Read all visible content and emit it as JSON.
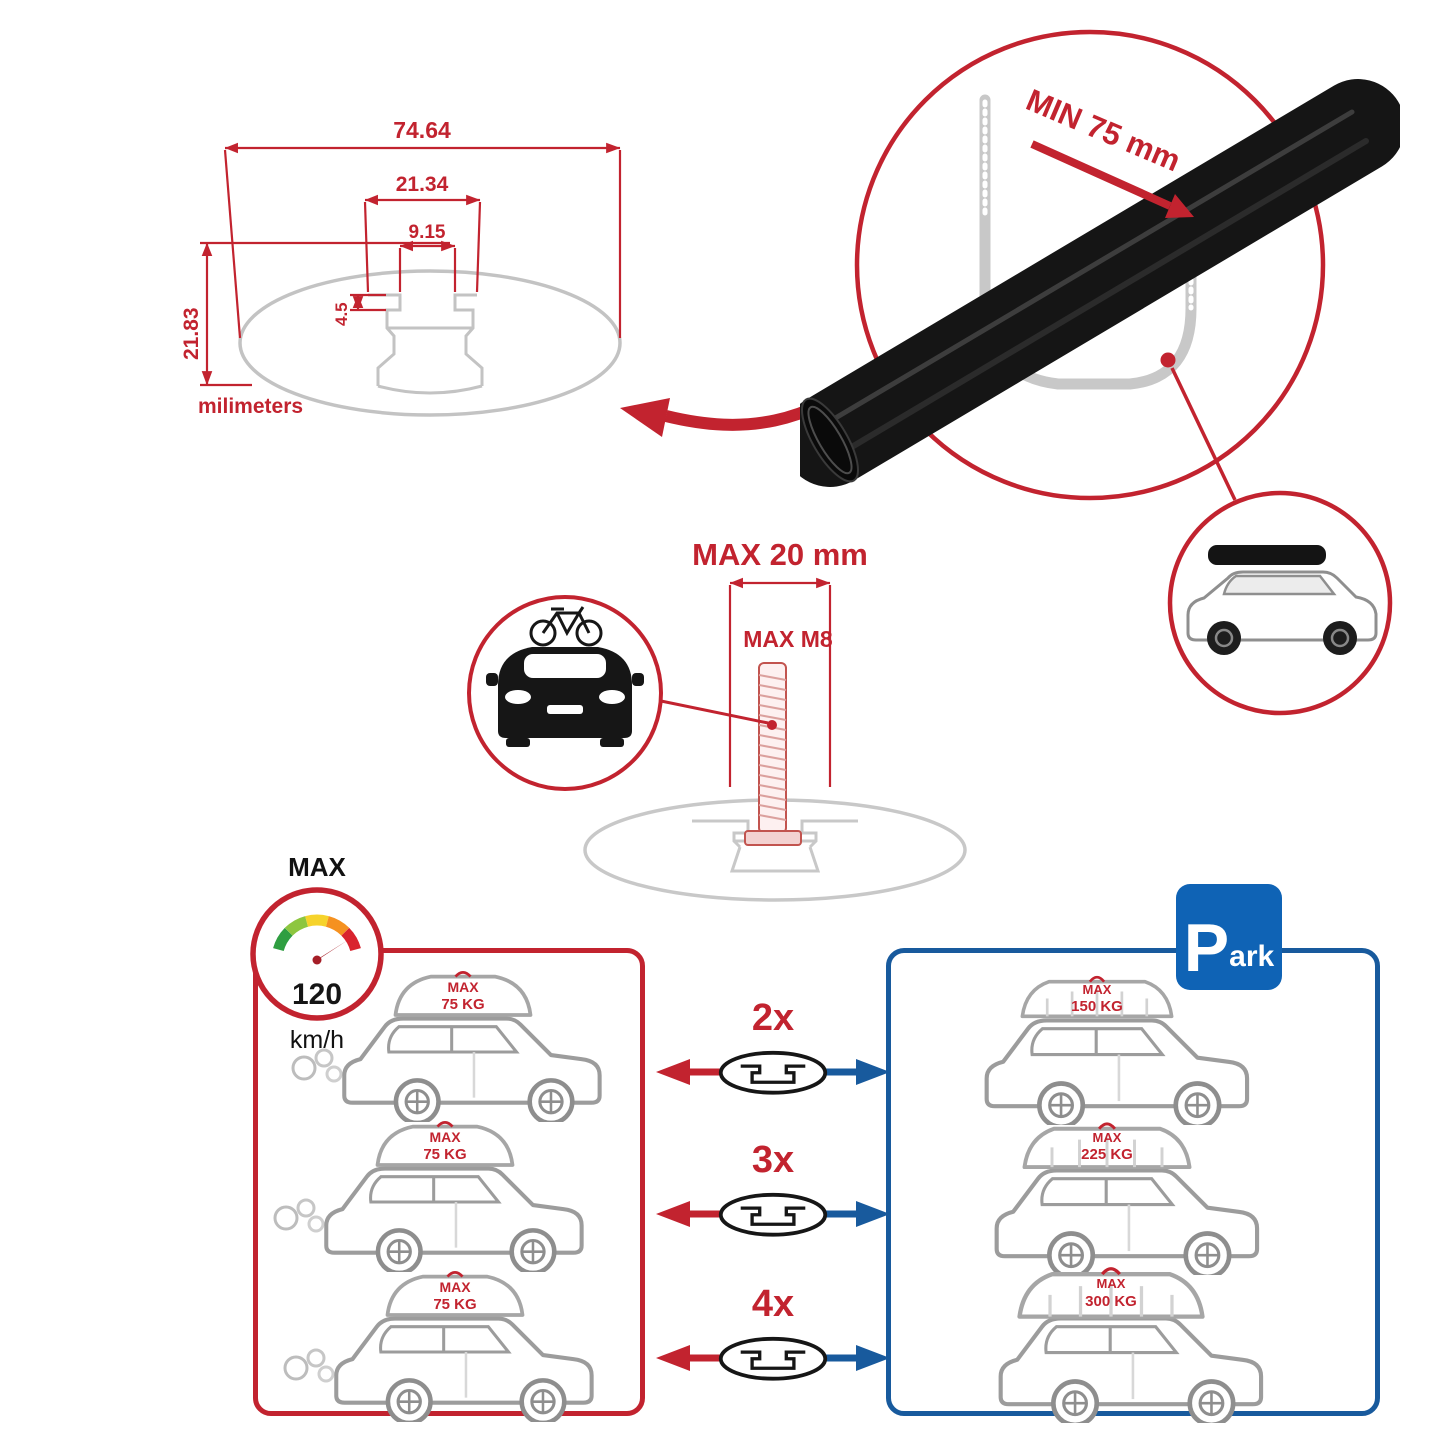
{
  "colors": {
    "red": "#c2232f",
    "blue": "#185a9d",
    "sign_blue": "#0f63b5",
    "gray": "#c3c3c3",
    "bar_black": "#151515"
  },
  "icons": {
    "crossbar-cross-section-icon": "ellipse-with-t-slot",
    "speedometer-icon": "gauge-arc-needle",
    "car-front-icon": "black-car-front",
    "bicycle-icon": "line-bicycle",
    "suv-side-icon": "outline-suv",
    "roof-cargo-icon": "outline-bag-box",
    "exhaust-puffs-icon": "smoke-circles",
    "u-bolt-icon": "gray-threaded-u-bolt",
    "park-icon": "blue-square-P"
  },
  "dimension_diagram": {
    "width_total": "74.64",
    "slot_outer_width": "21.34",
    "slot_inner_width": "9.15",
    "lip_height": "4.5",
    "height_total": "21.83",
    "units": "milimeters"
  },
  "crossbar_detail": {
    "min_clearance": "MIN 75 mm"
  },
  "bolt_detail": {
    "max_width": "MAX 20 mm",
    "max_thread": "MAX M8"
  },
  "speed_limit": {
    "label": "MAX",
    "value": "120",
    "units": "km/h"
  },
  "capacity": {
    "left_panel": {
      "cars": [
        {
          "max_label": "MAX",
          "weight": "75 KG"
        },
        {
          "max_label": "MAX",
          "weight": "75 KG"
        },
        {
          "max_label": "MAX",
          "weight": "75 KG"
        }
      ]
    },
    "multipliers": [
      {
        "count": "2x"
      },
      {
        "count": "3x"
      },
      {
        "count": "4x"
      }
    ],
    "right_panel": {
      "cars": [
        {
          "max_label": "MAX",
          "weight": "150 KG"
        },
        {
          "max_label": "MAX",
          "weight": "225 KG"
        },
        {
          "max_label": "MAX",
          "weight": "300 KG"
        }
      ]
    },
    "park_sign": {
      "letter": "P",
      "suffix": "ark"
    }
  }
}
